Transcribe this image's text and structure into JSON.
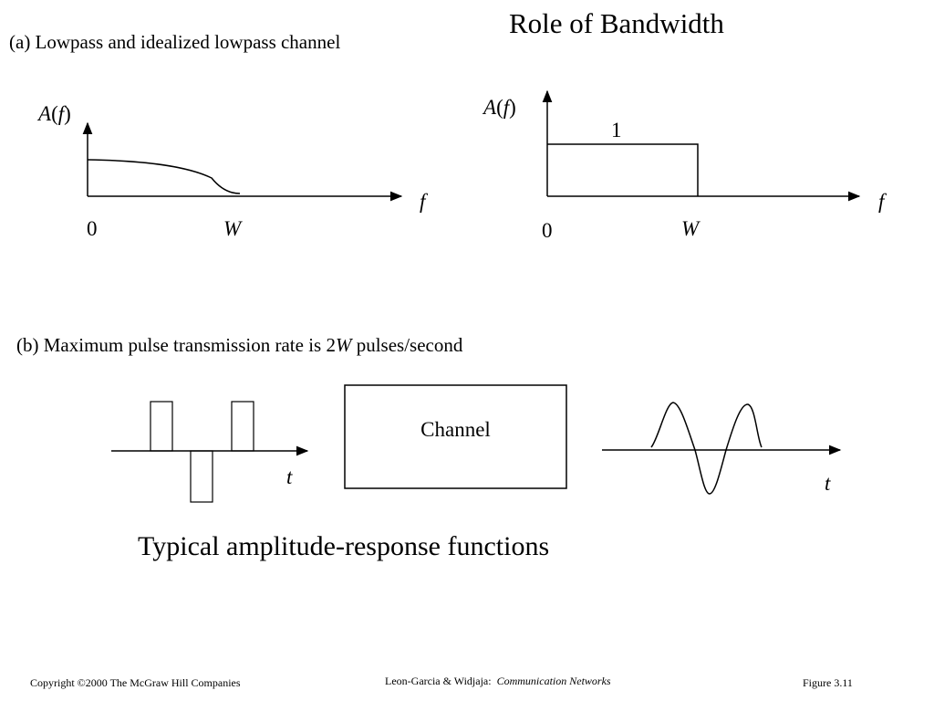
{
  "title": "Role of Bandwidth",
  "part_a": {
    "label": "(a) Lowpass and idealized lowpass channel"
  },
  "graph_left": {
    "ylabel": "A(f)",
    "xlabel": "f",
    "origin": "0",
    "w": "W"
  },
  "graph_right": {
    "ylabel": "A(f)",
    "xlabel": "f",
    "origin": "0",
    "w": "W",
    "level": "1"
  },
  "part_b": {
    "prefix": "(b) Maximum pulse transmission rate is 2",
    "var": "W",
    "suffix": " pulses/second"
  },
  "pulses": {
    "axis_label": "t"
  },
  "channel": {
    "label": "Channel"
  },
  "output": {
    "axis_label": "t"
  },
  "caption": "Typical amplitude-response functions",
  "footer": {
    "copyright": "Copyright ©2000 The McGraw Hill Companies",
    "authors": "Leon-Garcia & Widjaja:",
    "book": "Communication Networks",
    "figure": "Figure 3.11"
  }
}
